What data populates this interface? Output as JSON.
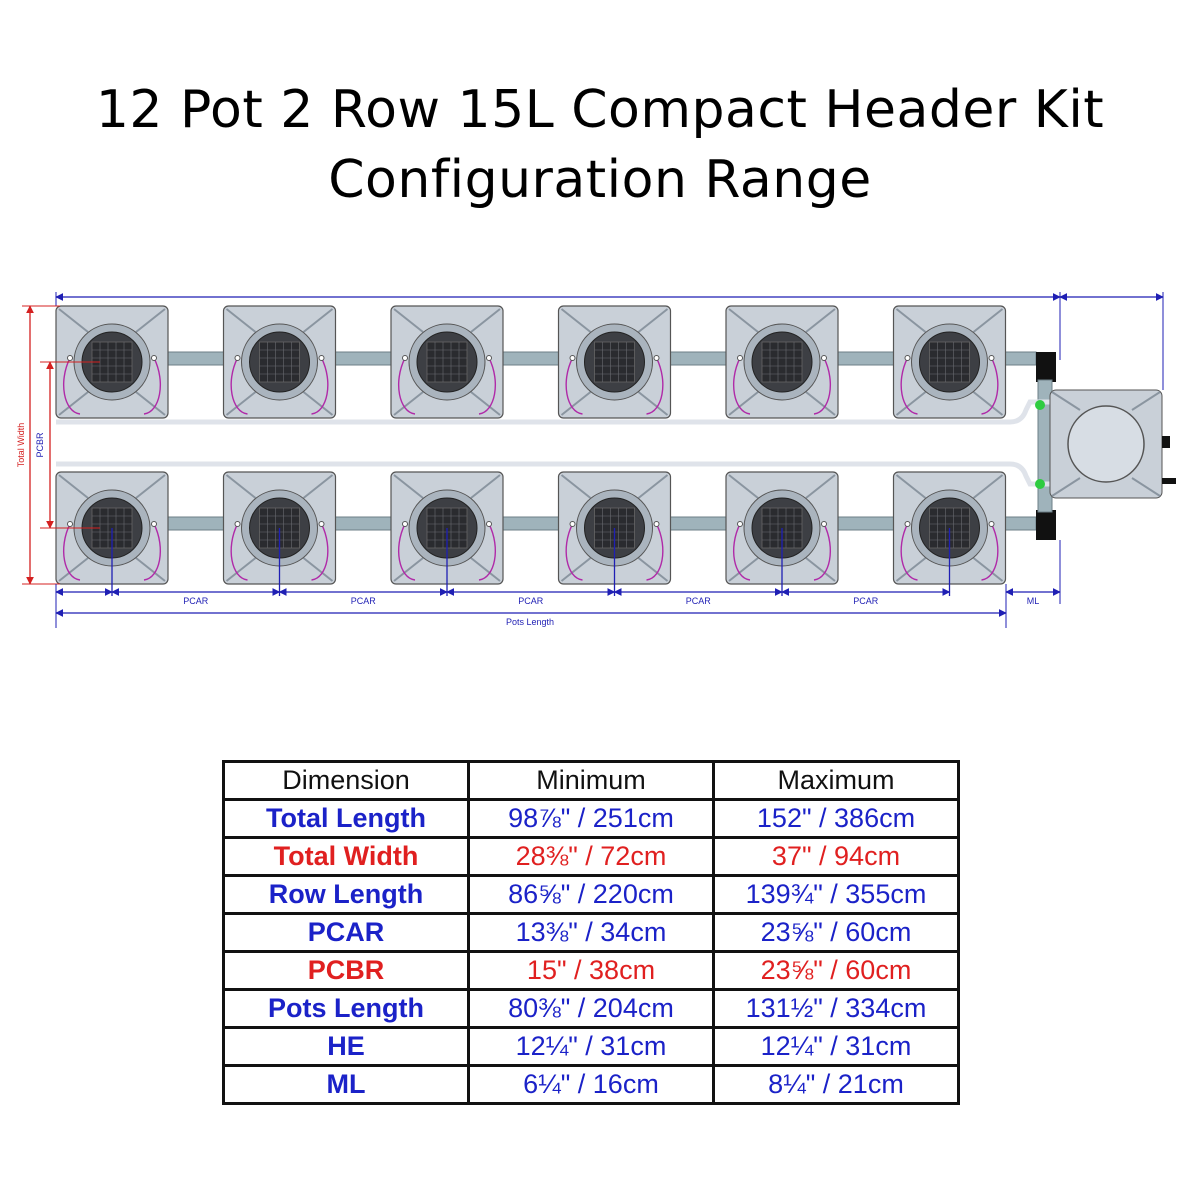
{
  "title": {
    "line1": "12 Pot 2 Row 15L Compact Header Kit",
    "line2": "Configuration Range"
  },
  "diagram": {
    "labels": {
      "total_width": "Total Width",
      "pcbr": "PCBR",
      "pcar": "PCAR",
      "ml": "ML",
      "pots_length": "Pots Length"
    },
    "pots_per_row": 6,
    "rows": 2,
    "colors": {
      "dimension_blue": "#1f1fb4",
      "dimension_red": "#d42020",
      "pot_gray": "#c9d0d8",
      "pipe_gray": "#9fb3bb",
      "hose_purple": "#b02aa8",
      "valve_green": "#2ecc40"
    }
  },
  "table": {
    "headers": [
      "Dimension",
      "Minimum",
      "Maximum"
    ],
    "rows": [
      {
        "dimension": "Total Length",
        "minimum": "98⅞\" / 251cm",
        "maximum": "152\" / 386cm",
        "color": "#1b22c8"
      },
      {
        "dimension": "Total Width",
        "minimum": "28⅜\" / 72cm",
        "maximum": "37\" / 94cm",
        "color": "#e02020"
      },
      {
        "dimension": "Row Length",
        "minimum": "86⅝\" / 220cm",
        "maximum": "139¾\" / 355cm",
        "color": "#1b22c8"
      },
      {
        "dimension": "PCAR",
        "minimum": "13⅜\" / 34cm",
        "maximum": "23⅝\" / 60cm",
        "color": "#1b22c8"
      },
      {
        "dimension": "PCBR",
        "minimum": "15\" / 38cm",
        "maximum": "23⅝\" / 60cm",
        "color": "#e02020"
      },
      {
        "dimension": "Pots Length",
        "minimum": "80⅜\" / 204cm",
        "maximum": "131½\" / 334cm",
        "color": "#1b22c8"
      },
      {
        "dimension": "HE",
        "minimum": "12¼\" / 31cm",
        "maximum": "12¼\" / 31cm",
        "color": "#1b22c8"
      },
      {
        "dimension": "ML",
        "minimum": "6¼\" / 16cm",
        "maximum": "8¼\" / 21cm",
        "color": "#1b22c8"
      }
    ]
  }
}
